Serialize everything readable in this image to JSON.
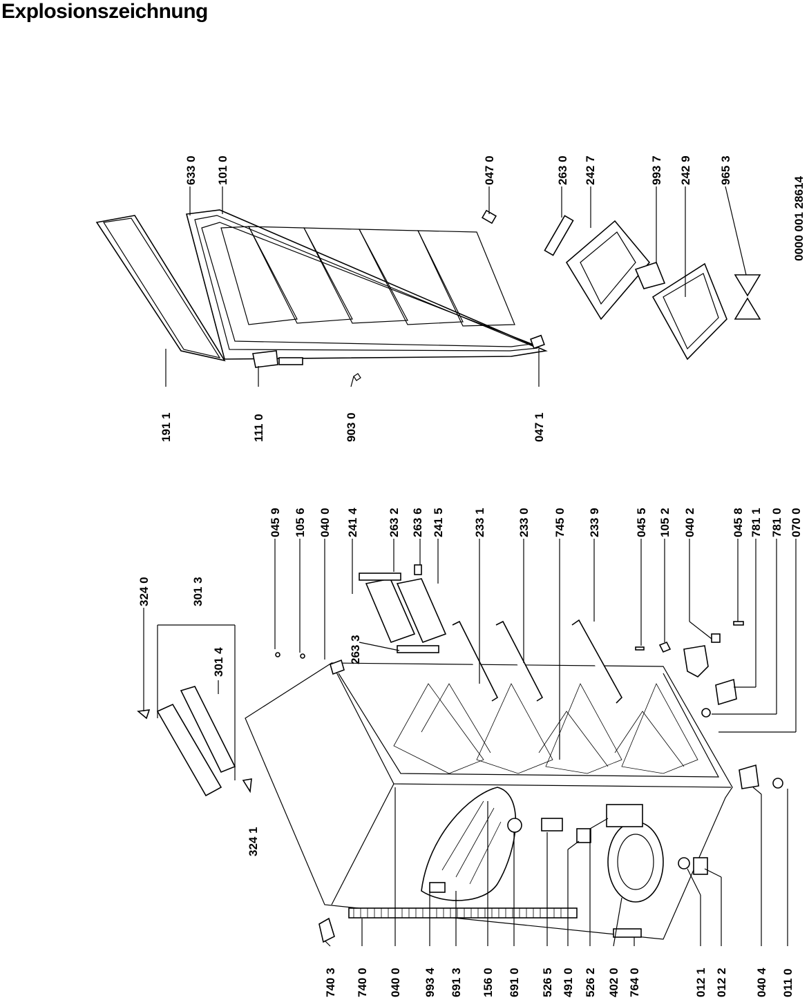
{
  "title": "Explosionszeichnung",
  "doc_number": "0000 001 28614",
  "labels_top_right": [
    "633 0",
    "101 0",
    "047 0",
    "263 0",
    "242 7",
    "993 7",
    "242 9",
    "965 3"
  ],
  "labels_top_bottom": [
    "191 1",
    "111 0",
    "903 0",
    "047 1"
  ],
  "labels_left_top": [
    "324 0",
    "301 3",
    "301 4",
    "324 1"
  ],
  "labels_right_col": [
    "045 9",
    "105 6",
    "040 0",
    "241 4",
    "263 2",
    "263 6",
    "241 5",
    "263 3",
    "233 1",
    "233 0",
    "745 0",
    "233 9",
    "045 5",
    "105 2",
    "040 2",
    "045 8",
    "781 1",
    "781 0",
    "070 0"
  ],
  "labels_bottom_row": [
    "740 3",
    "740 0",
    "040 0",
    "993 4",
    "691 3",
    "156 0",
    "691 0",
    "526 5",
    "491 0",
    "526 2",
    "402 0",
    "764 0",
    "012 1",
    "012 2",
    "040 4",
    "011 0"
  ]
}
